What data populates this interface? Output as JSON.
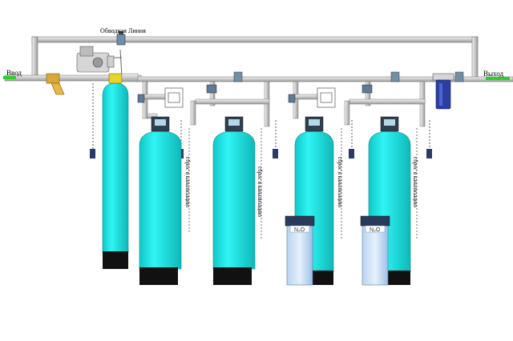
{
  "labels": {
    "inlet": "Ввод",
    "outlet": "Выход",
    "bypass": "Обводная Линия",
    "drain_1": "сброс в канализацию",
    "drain_2": "сброс в канализацию",
    "drain_3": "сброс в канализацию",
    "drain_4": "сброс в канализацию",
    "tank_1": "N₂O",
    "tank_2": "N₂O"
  },
  "colors": {
    "cyan": "#19e6e6",
    "pipe": "#d4d4d4",
    "pipe_edge": "#7a7a7a",
    "base": "#111111",
    "filter_blue": "#2a3fa0"
  },
  "icons": {
    "inlet_arrow": "arrow-right-icon",
    "outlet_arrow": "arrow-right-icon"
  }
}
